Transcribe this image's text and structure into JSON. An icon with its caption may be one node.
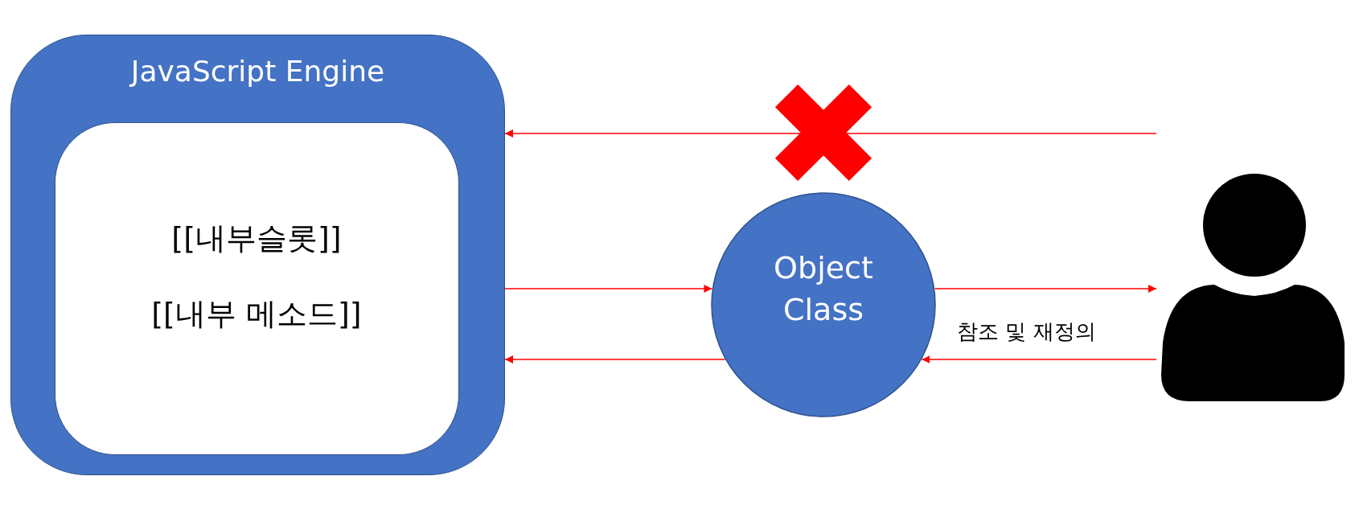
{
  "diagram": {
    "nodes": [
      {
        "text": [
          "JavaScript Engine"
        ]
      },
      {
        "text": [
          "[[내부슬롯]]",
          "[[내부 메소드]]"
        ],
        "in": 0
      },
      {
        "text": [
          "Object Class"
        ]
      },
      {
        "text": [],
        "shape": "person"
      }
    ],
    "edges": [
      {
        "from": 3,
        "to": 0,
        "arrow": "to"
      },
      {
        "from": 0,
        "to": 2,
        "arrow": "to"
      },
      {
        "from": 2,
        "to": 3,
        "arrow": "to"
      },
      {
        "from": 3,
        "to": 2,
        "arrow": "to"
      },
      {
        "from": 2,
        "to": 0,
        "arrow": "to"
      }
    ],
    "labels": [
      "참조 및 재정의"
    ]
  }
}
